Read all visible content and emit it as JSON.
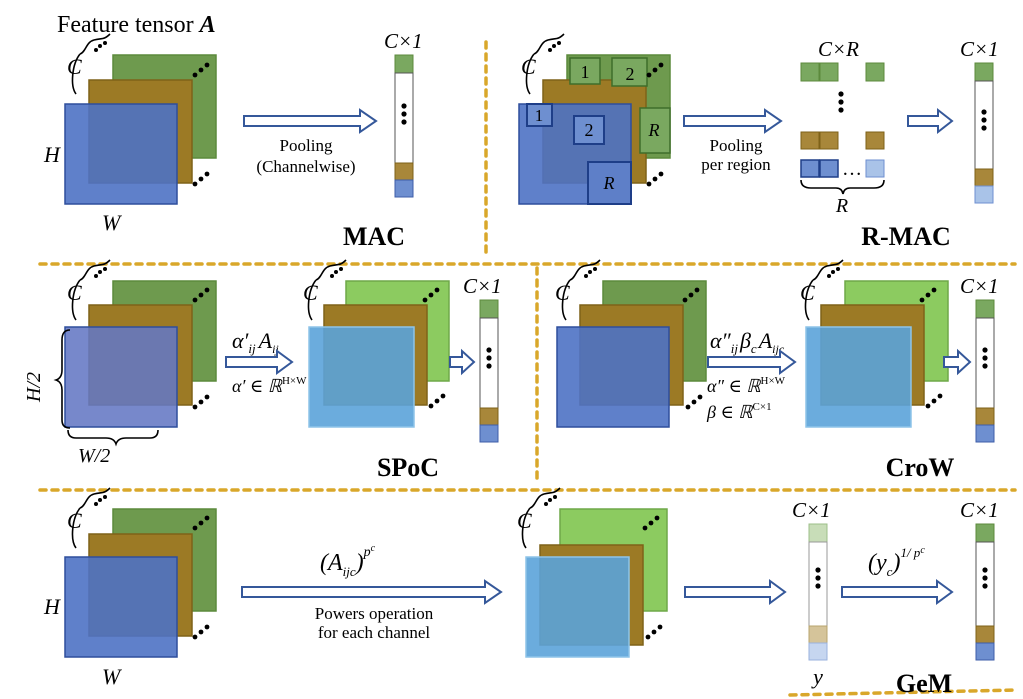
{
  "header": {
    "feature_tensor": "Feature tensor",
    "feature_tensor_symbol": "A"
  },
  "colors": {
    "green_back": "#6E9A4E",
    "green_light": "#8CCB60",
    "brown_mid": "#9C7A25",
    "blue_front": "#4E72C4",
    "blue_light": "#5BA3D9",
    "sep_gold": "#D9A72A",
    "arrow_blue": "#35589A",
    "cell_green": "#7AA860",
    "cell_brown": "#A8873A",
    "cell_blue": "#6E8FD0",
    "cell_lightblue": "#A9C3E8"
  },
  "mac": {
    "C": "C",
    "H": "H",
    "W": "W",
    "vector_dim": "C×1",
    "pool_line1": "Pooling",
    "pool_line2": "(Channelwise)",
    "title": "MAC"
  },
  "rmac": {
    "C": "C",
    "region_1": "1",
    "region_2": "2",
    "region_R": "R",
    "pool_line1": "Pooling",
    "pool_line2": "per region",
    "matrix_dim": "C×R",
    "brace_label": "R",
    "ellipsis": "…",
    "vector_dim": "C×1",
    "title": "R-MAC"
  },
  "spoc": {
    "C": "C",
    "H_half": "H/2",
    "W_half": "W/2",
    "weight_alpha": "α′",
    "weight_ij": "ij",
    "weight_A": "A",
    "weight_A_sub": "ij",
    "constraint_alpha": "α′ ∈ ℝ",
    "constraint_exp": "H×W",
    "vector_dim": "C×1",
    "title": "SPoC"
  },
  "crow": {
    "C": "C",
    "weight_alpha": "α″",
    "weight_ij": "ij",
    "weight_beta": "β",
    "weight_c": "c",
    "weight_A": "A",
    "weight_A_sub": "ijc",
    "constraint_alpha": "α″ ∈ ℝ",
    "constraint_alpha_exp": "H×W",
    "constraint_beta": "β ∈ ℝ",
    "constraint_beta_exp": "C×1",
    "vector_dim": "C×1",
    "title": "CroW"
  },
  "gem": {
    "C": "C",
    "H": "H",
    "W": "W",
    "power_formula": "(A",
    "power_sub": "ijc",
    "power_close": ")",
    "power_exp": "p",
    "power_exp_sub": "c",
    "op_line1": "Powers operation",
    "op_line2": "for each channel",
    "y_vector_dim": "C×1",
    "y_label": "y",
    "root_formula": "(y",
    "root_sub": "c",
    "root_close": ")",
    "root_exp": "1/ p",
    "root_exp_sub": "c",
    "vector_dim": "C×1",
    "title": "GeM"
  }
}
